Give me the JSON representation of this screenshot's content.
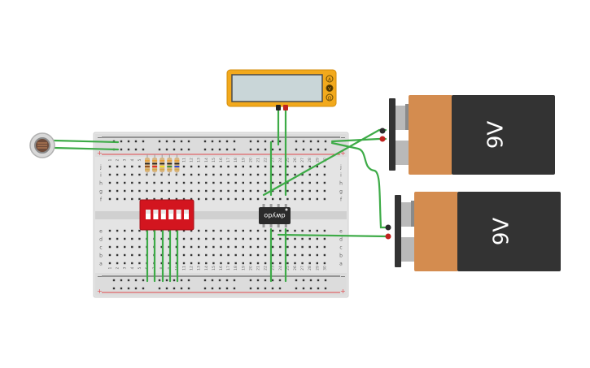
{
  "canvas": {
    "background": "#ffffff"
  },
  "colors": {
    "breadboard": "#e4e4e4",
    "breadboard_rail": "#d8d8d8",
    "rail_red": "#e0474c",
    "rail_blue": "#4a4a4a",
    "wire_green": "#3dab47",
    "battery_body": "#333333",
    "battery_label": "#d48c4f",
    "meter_frame": "#f2a91c",
    "meter_screen": "#c9d6d8",
    "dip_switch": "#d3151f",
    "chip": "#2b2b2b"
  },
  "meter": {
    "buttons": [
      "A",
      "V",
      "Ω"
    ]
  },
  "batteries": [
    {
      "label": "9V"
    },
    {
      "label": "9V"
    }
  ],
  "breadboard": {
    "rail_plus": "+",
    "rail_minus": "−",
    "row_labels_top": [
      "j",
      "i",
      "h",
      "g",
      "f"
    ],
    "row_labels_bottom": [
      "e",
      "d",
      "c",
      "b",
      "a"
    ],
    "column_numbers": [
      "1",
      "2",
      "3",
      "4",
      "5",
      "6",
      "7",
      "8",
      "9",
      "10",
      "11",
      "12",
      "13",
      "14",
      "15",
      "16",
      "17",
      "18",
      "19",
      "20",
      "21",
      "22",
      "23",
      "24",
      "25",
      "26",
      "27",
      "28",
      "29",
      "30"
    ]
  },
  "chip": {
    "label": "dwydo"
  },
  "resistors": {
    "count": 5
  },
  "dip_switch": {
    "positions": 6
  },
  "photoresistor": {
    "icon": "photoresistor-icon"
  }
}
